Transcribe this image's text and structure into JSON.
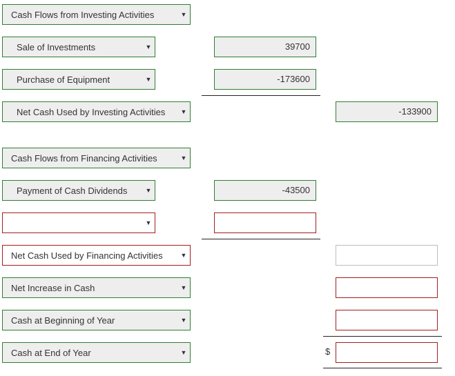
{
  "rows": {
    "investing_header": {
      "label": "Cash Flows from Investing Activities"
    },
    "sale_investments": {
      "label": "Sale of Investments",
      "value": "39700"
    },
    "purchase_equipment": {
      "label": "Purchase of Equipment",
      "value": "-173600"
    },
    "net_investing": {
      "label": "Net Cash Used by Investing Activities",
      "value": "-133900"
    },
    "financing_header": {
      "label": "Cash Flows from Financing Activities"
    },
    "payment_dividends": {
      "label": "Payment of Cash Dividends",
      "value": "-43500"
    },
    "blank_row": {
      "label": "",
      "value": ""
    },
    "net_financing": {
      "label": "Net Cash Used by Financing Activities",
      "value": ""
    },
    "net_increase": {
      "label": "Net Increase in Cash",
      "value": ""
    },
    "cash_beginning": {
      "label": "Cash at Beginning of Year",
      "value": ""
    },
    "cash_end": {
      "label": "Cash at End of Year",
      "value": ""
    }
  },
  "currency_symbol": "$",
  "icons": {
    "dropdown": "chevron-down-icon"
  },
  "colors": {
    "valid_border": "#2f7d32",
    "error_border": "#a31d1d",
    "field_bg": "#eeeeee"
  }
}
